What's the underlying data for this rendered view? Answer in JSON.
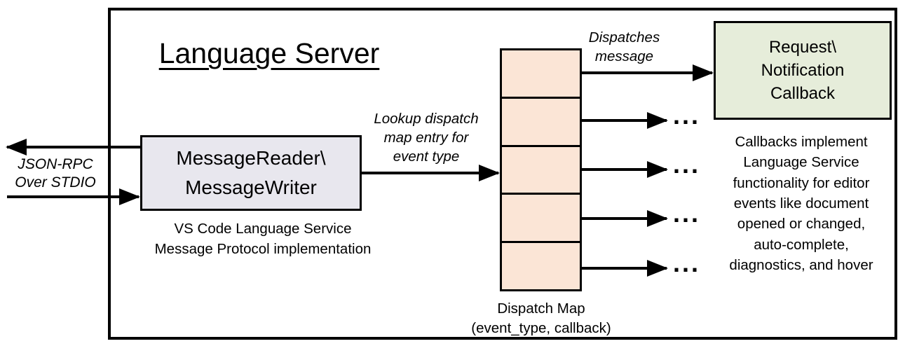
{
  "diagram": {
    "title": "Language Server",
    "left_channel": {
      "label": "JSON-RPC\nOver STDIO"
    },
    "reader_box": {
      "label": "MessageReader\\\nMessageWriter",
      "caption": "VS Code Language Service\nMessage Protocol implementation"
    },
    "lookup_label": "Lookup dispatch\nmap entry for\nevent type",
    "dispatch_map": {
      "cell_count": 5,
      "caption": "Dispatch Map\n(event_type, callback)"
    },
    "dispatches_label": "Dispatches\nmessage",
    "callback_box": {
      "label": "Request\\\nNotification\nCallback"
    },
    "callbacks_note": "Callbacks implement\nLanguage Service\nfunctionality for editor\nevents like document\nopened or changed,\nauto-complete,\ndiagnostics, and hover",
    "ellipsis": "...",
    "colors": {
      "outline": "#000000",
      "reader_box_fill": "#e8e7ee",
      "dispatch_cell_fill": "#fbe5d6",
      "callback_box_fill": "#e6edda",
      "background": "#ffffff"
    }
  }
}
